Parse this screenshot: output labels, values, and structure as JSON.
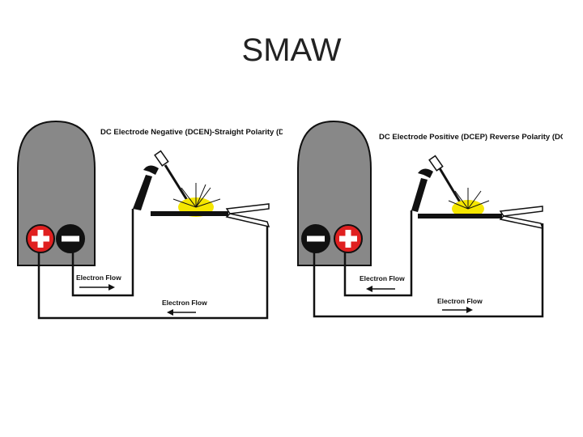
{
  "slide": {
    "title": "SMAW"
  },
  "left_diagram": {
    "caption": "DC Electrode Negative (DCEN)-Straight Polarity (DCSP)",
    "flow_label_upper": "Electron Flow",
    "flow_label_lower": "Electron Flow"
  },
  "right_diagram": {
    "caption": "DC Electrode Positive (DCEP) Reverse Polarity (DCRP)",
    "flow_label_upper": "Electron Flow",
    "flow_label_lower": "Electron Flow"
  },
  "terminals": {
    "positive": "+",
    "negative": "−"
  },
  "colors": {
    "machine_body": "#888888",
    "positive_terminal": "#e02020",
    "negative_terminal": "#111111",
    "arc_glow": "#f5e600",
    "wire": "#111111"
  }
}
